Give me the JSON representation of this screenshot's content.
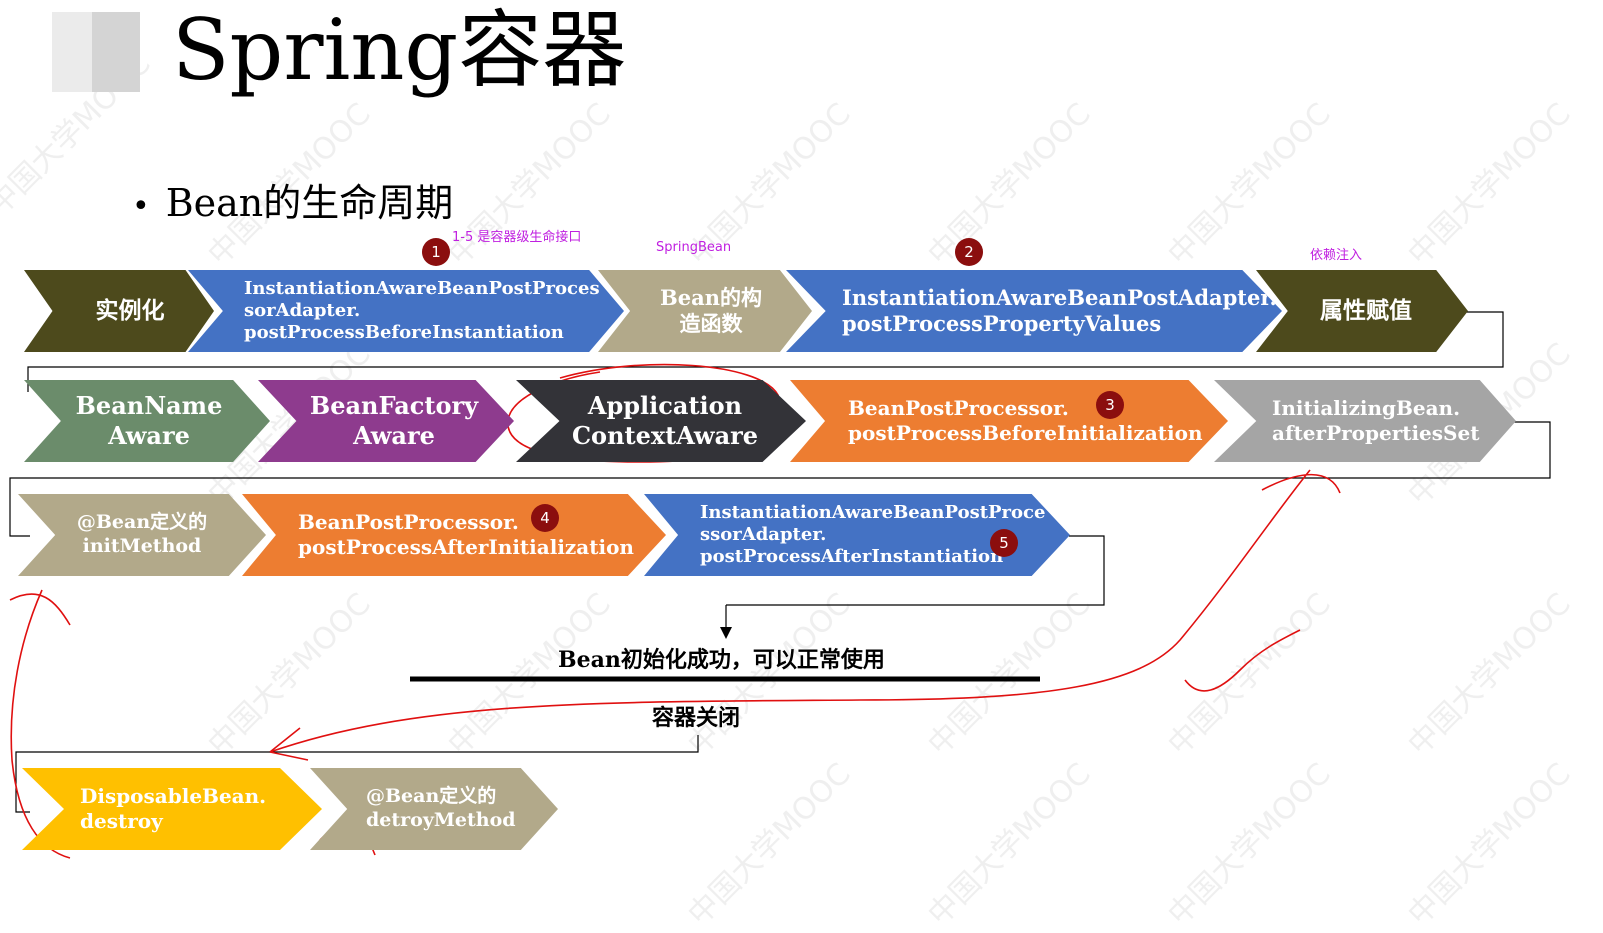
{
  "title": "Spring容器",
  "bullet": "Bean的生命周期",
  "notes": {
    "container_interfaces": "1-5 是容器级生命接口",
    "springbean": "SpringBean",
    "di": "依赖注入"
  },
  "row1": [
    {
      "label": "实例化",
      "color": "#4d4a1c"
    },
    {
      "label": "InstantiationAwareBeanPostProces\nsorAdapter.\npostProcessBeforeInstantiation",
      "color": "#4472c4",
      "badge": "1"
    },
    {
      "label": "Bean的构\n造函数",
      "color": "#b2a98a"
    },
    {
      "label": "InstantiationAwareBeanPostAdapter.\npostProcessPropertyValues",
      "color": "#4472c4",
      "badge": "2"
    },
    {
      "label": "属性赋值",
      "color": "#4d4a1c"
    }
  ],
  "row2": [
    {
      "label": "BeanName\nAware",
      "color": "#6b8c6b"
    },
    {
      "label": "BeanFactory\nAware",
      "color": "#8e3b8e"
    },
    {
      "label": "Application\nContextAware",
      "color": "#333338"
    },
    {
      "label": "BeanPostProcessor.\npostProcessBeforeInitialization",
      "color": "#ed7d31",
      "badge": "3"
    },
    {
      "label": "InitializingBean.\nafterPropertiesSet",
      "color": "#a5a5a5"
    }
  ],
  "row3": [
    {
      "label": "@Bean定义的\ninitMethod",
      "color": "#b2a98a"
    },
    {
      "label": "BeanPostProcessor.\npostProcessAfterInitialization",
      "color": "#ed7d31",
      "badge": "4"
    },
    {
      "label": "InstantiationAwareBeanPostProce\nssorAdapter.\npostProcessAfterInstantiation",
      "color": "#4472c4",
      "badge": "5"
    }
  ],
  "captions": {
    "init_success": "Bean初始化成功，可以正常使用",
    "close": "容器关闭"
  },
  "row4": [
    {
      "label": "DisposableBean.\ndestroy",
      "color": "#ffc000"
    },
    {
      "label": "@Bean定义的\ndetroyMethod",
      "color": "#b2a98a"
    }
  ],
  "watermark": "中国大学MOOC",
  "annotation_color": "#e01010"
}
